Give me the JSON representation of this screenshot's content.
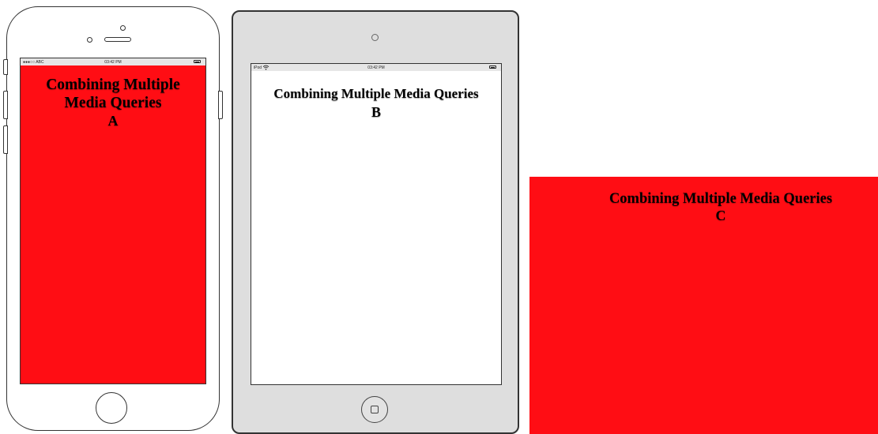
{
  "colors": {
    "accent_red": "#ff0d14",
    "tablet_body": "#dedede",
    "screen_white": "#ffffff"
  },
  "devices": {
    "phone": {
      "status": {
        "carrier": "●●●○○ ABC",
        "time": "03:42 PM",
        "battery_icon": "battery-icon"
      },
      "heading": "Combining Multiple Media Queries",
      "label": "A"
    },
    "tablet": {
      "status": {
        "device": "iPod",
        "time": "03:42 PM",
        "wifi_icon": "wifi-icon",
        "battery_icon": "battery-icon"
      },
      "heading": "Combining Multiple Media Queries",
      "label": "B"
    },
    "desktop": {
      "heading": "Combining Multiple Media Queries",
      "label": "C"
    }
  }
}
